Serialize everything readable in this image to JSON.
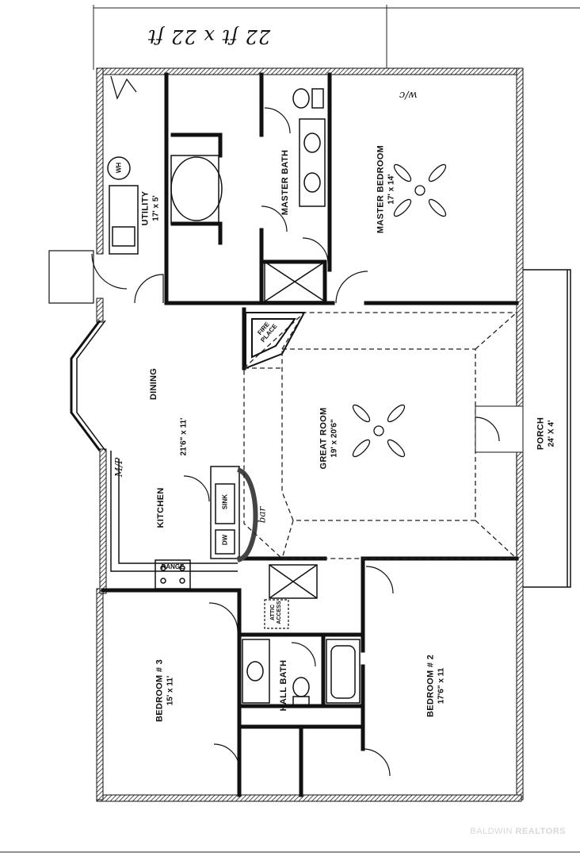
{
  "rooms": [
    {
      "id": "utility",
      "name": "UTILITY",
      "dims": "17' x 5'"
    },
    {
      "id": "master-bath",
      "name": "MASTER BATH",
      "dims": ""
    },
    {
      "id": "master-bedroom",
      "name": "MASTER BEDROOM",
      "dims": "17' x 14'"
    },
    {
      "id": "dining",
      "name": "DINING",
      "dims": ""
    },
    {
      "id": "kitchen",
      "name": "KITCHEN",
      "dims": "21'6\" x 11'"
    },
    {
      "id": "great-room",
      "name": "GREAT ROOM",
      "dims": "19' x 20'6\""
    },
    {
      "id": "porch",
      "name": "PORCH",
      "dims": "24' X 4'"
    },
    {
      "id": "bedroom-3",
      "name": "BEDROOM # 3",
      "dims": "15' x 11'"
    },
    {
      "id": "hall-bath",
      "name": "HALL BATH",
      "dims": ""
    },
    {
      "id": "bedroom-2",
      "name": "BEDROOM # 2",
      "dims": "17'6\" x 11"
    }
  ],
  "fixtures": {
    "fireplace": [
      "FIRE",
      "PLACE"
    ],
    "sink": "SINK",
    "dishwasher": "DW",
    "range": "RANGE",
    "attic": [
      "ATTIC",
      "ACCESS"
    ],
    "water_heater": "WH"
  },
  "handwritten": {
    "top": "22 ft x 22 ft",
    "corner": "w/c",
    "kitchen_note": "M/P",
    "bar_note": "bar"
  },
  "watermark": {
    "brand": "BALDWIN",
    "suffix": "REALTORS"
  }
}
